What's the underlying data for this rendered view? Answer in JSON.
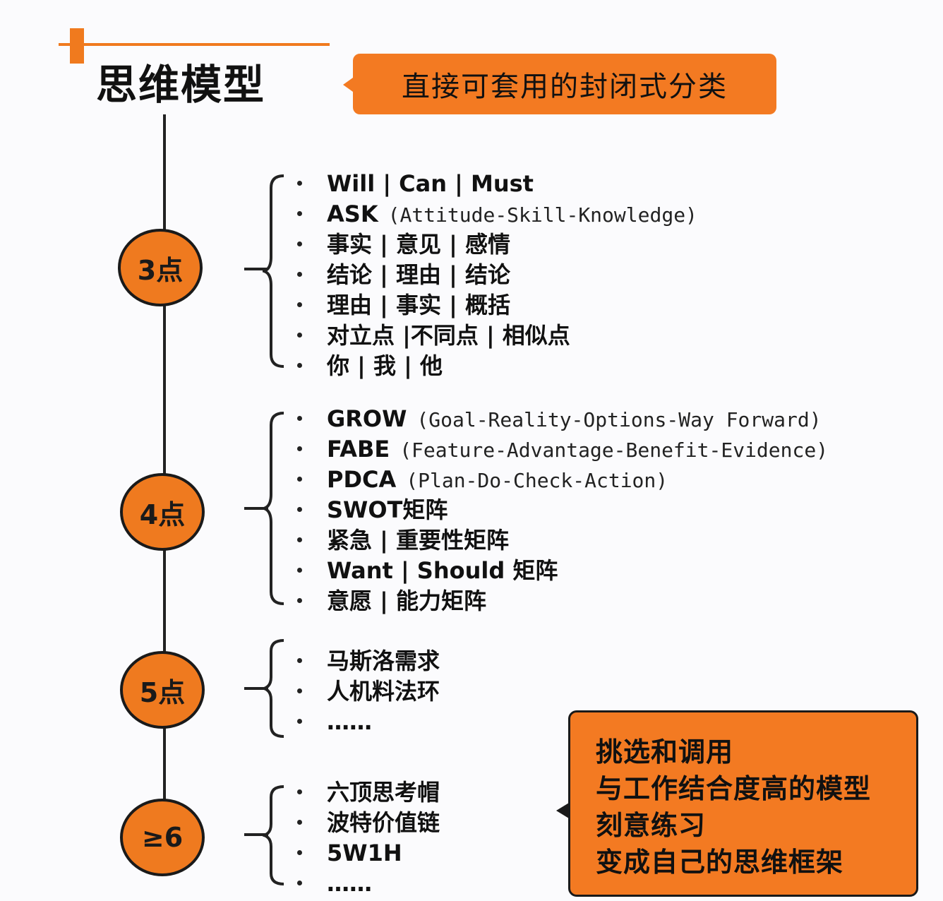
{
  "header": {
    "title": "思维模型",
    "callout": "直接可套用的封闭式分类"
  },
  "groups": [
    {
      "label": "3点",
      "items": [
        {
          "main": "Will | Can | Must",
          "sub": ""
        },
        {
          "main": "ASK",
          "sub": "(Attitude-Skill-Knowledge)"
        },
        {
          "main": "事实 | 意见 | 感情",
          "sub": ""
        },
        {
          "main": "结论 | 理由 | 结论",
          "sub": ""
        },
        {
          "main": "理由 | 事实 | 概括",
          "sub": ""
        },
        {
          "main": "对立点 |不同点 | 相似点",
          "sub": ""
        },
        {
          "main": "你 | 我 | 他",
          "sub": ""
        }
      ]
    },
    {
      "label": "4点",
      "items": [
        {
          "main": "GROW",
          "sub": "(Goal-Reality-Options-Way Forward)"
        },
        {
          "main": "FABE",
          "sub": "(Feature-Advantage-Benefit-Evidence)"
        },
        {
          "main": "PDCA",
          "sub": "(Plan-Do-Check-Action)"
        },
        {
          "main": "SWOT矩阵",
          "sub": ""
        },
        {
          "main": "紧急 | 重要性矩阵",
          "sub": ""
        },
        {
          "main": "Want | Should 矩阵",
          "sub": ""
        },
        {
          "main": "意愿 | 能力矩阵",
          "sub": ""
        }
      ]
    },
    {
      "label": "5点",
      "items": [
        {
          "main": "马斯洛需求",
          "sub": ""
        },
        {
          "main": "人机料法环",
          "sub": ""
        },
        {
          "main": "……",
          "sub": ""
        }
      ]
    },
    {
      "label": "≥6",
      "items": [
        {
          "main": "六顶思考帽",
          "sub": ""
        },
        {
          "main": "波特价值链",
          "sub": ""
        },
        {
          "main": "5W1H",
          "sub": ""
        },
        {
          "main": "……",
          "sub": ""
        }
      ]
    }
  ],
  "summary_callout": {
    "lines": [
      "挑选和调用",
      "与工作结合度高的模型",
      "刻意练习",
      "变成自己的思维框架"
    ]
  },
  "colors": {
    "accent": "#f07a1e",
    "line": "#222222",
    "background": "#fbfbfd"
  }
}
